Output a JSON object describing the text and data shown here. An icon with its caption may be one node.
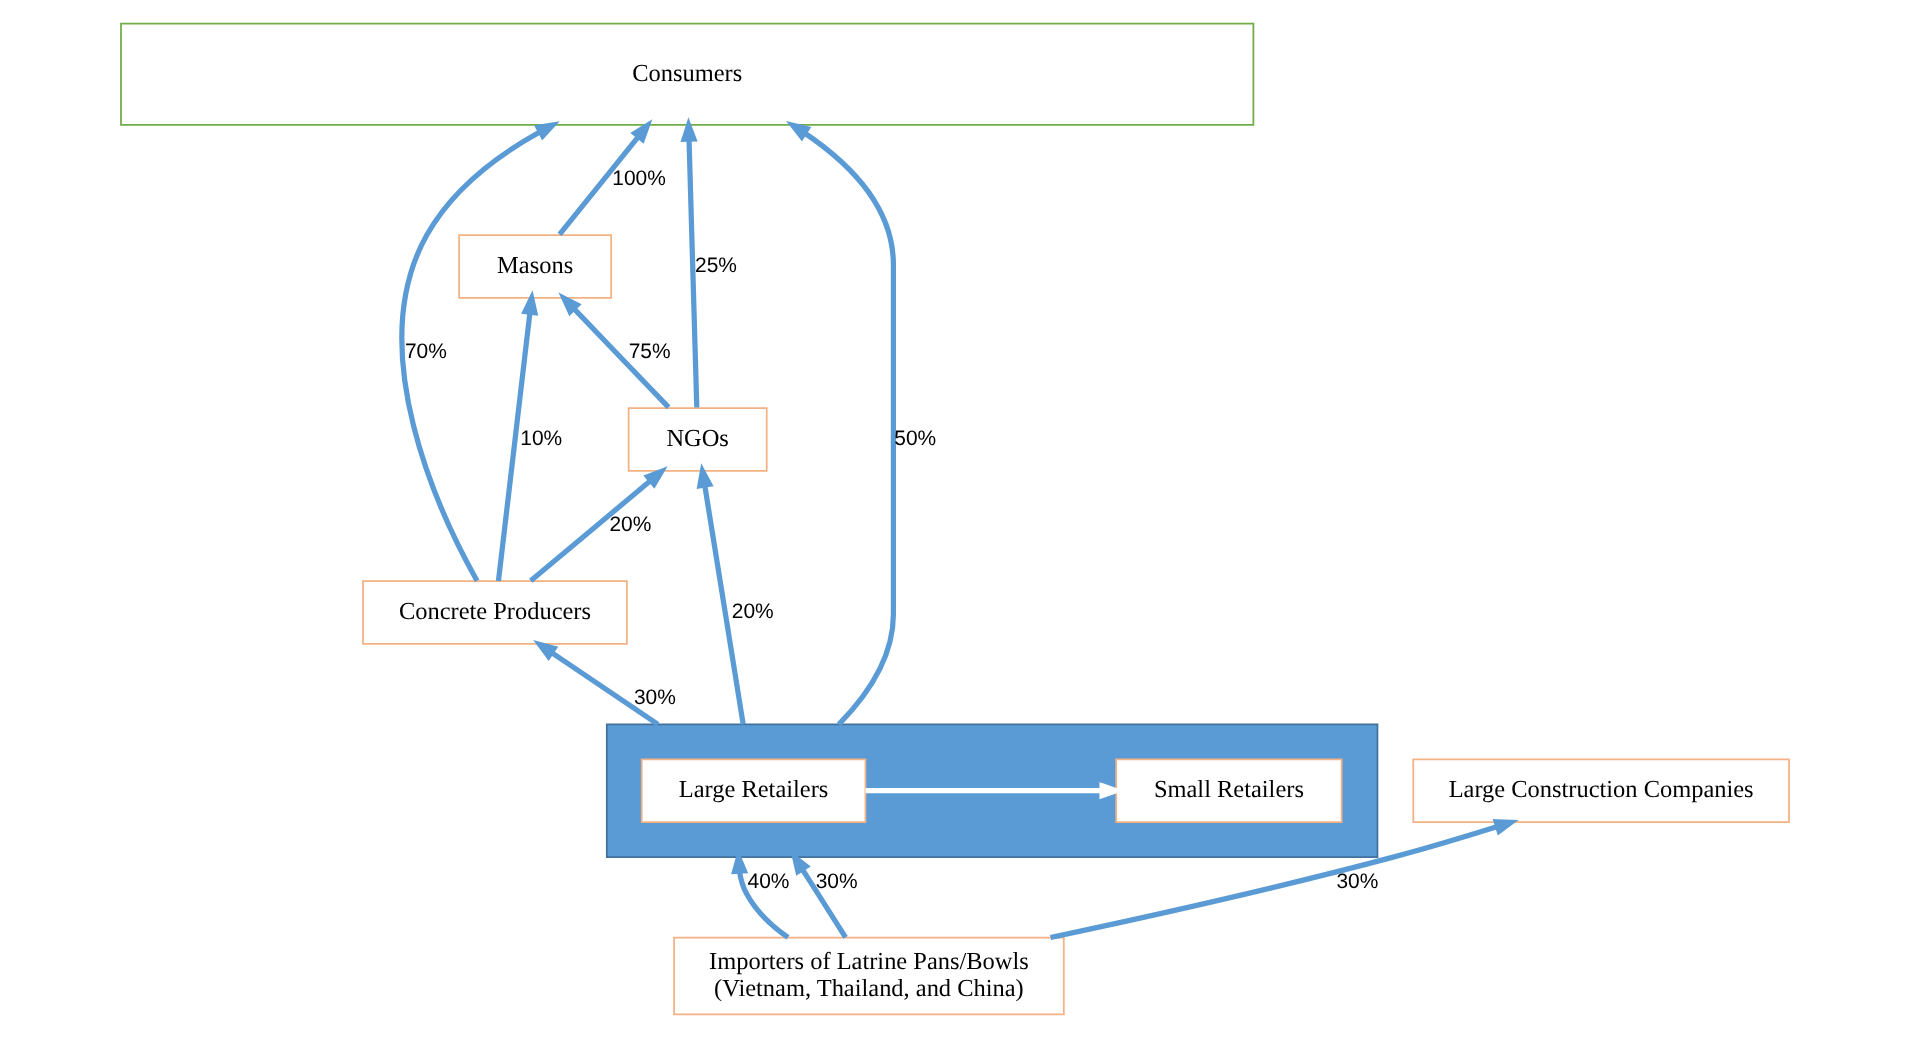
{
  "diagram": {
    "nodes": [
      {
        "text": [
          "Consumers"
        ]
      },
      {
        "text": [
          "Masons"
        ]
      },
      {
        "text": [
          "NGOs"
        ]
      },
      {
        "text": [
          "Concrete Producers"
        ]
      },
      {
        "text": [],
        "shape": "box"
      },
      {
        "text": [
          "Large Retailers"
        ],
        "in": 4
      },
      {
        "text": [
          "Small Retailers"
        ],
        "in": 4
      },
      {
        "text": [
          "Large Construction Companies"
        ]
      },
      {
        "text": [
          "Importers of Latrine Pans/Bowls",
          "(Vietnam, Thailand, and China)"
        ]
      }
    ],
    "edges": [
      {
        "from": 4,
        "to": 0,
        "arrow": "to",
        "label": "50%"
      },
      {
        "from": 2,
        "to": 0,
        "arrow": "to",
        "label": "25%"
      },
      {
        "from": 1,
        "to": 0,
        "arrow": "to",
        "label": "100%"
      },
      {
        "from": 3,
        "to": 0,
        "arrow": "to",
        "label": "70%"
      },
      {
        "from": 2,
        "to": 1,
        "arrow": "to",
        "label": "75%"
      },
      {
        "from": 3,
        "to": 1,
        "arrow": "to",
        "label": "10%"
      },
      {
        "from": 3,
        "to": 2,
        "arrow": "to",
        "label": "20%"
      },
      {
        "from": 4,
        "to": 2,
        "arrow": "to",
        "label": "20%"
      },
      {
        "from": 4,
        "to": 3,
        "arrow": "to",
        "label": "30%"
      },
      {
        "from": 5,
        "to": 6,
        "arrow": "to",
        "color": "#ffffff"
      },
      {
        "from": 8,
        "to": 4,
        "arrow": "to",
        "label": "30%"
      },
      {
        "from": 8,
        "to": 4,
        "arrow": "to",
        "label": "40%"
      },
      {
        "from": 8,
        "to": 7,
        "arrow": "to",
        "label": "30%"
      }
    ]
  }
}
